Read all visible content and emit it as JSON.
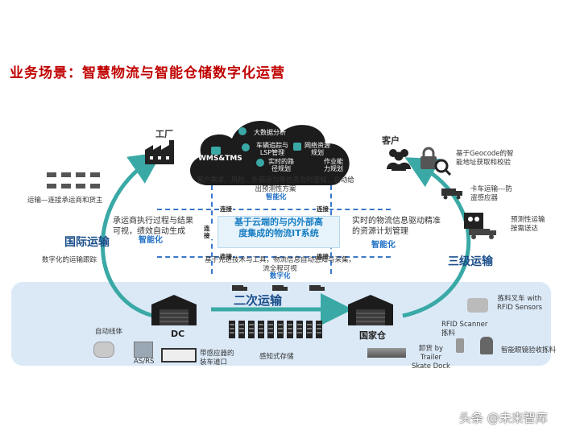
{
  "title": "业务场景：智慧物流与智能仓储数字化运营",
  "nodes": {
    "factory": "工厂",
    "customer": "客户",
    "dc": "DC",
    "national_warehouse": "国家仓"
  },
  "flows": {
    "international": "国际运输",
    "secondary": "二次运输",
    "tertiary": "三级运输"
  },
  "cloud": {
    "items": [
      "大数据分析",
      "车辆追踪与LSP管理",
      "网络资源规划",
      "WMS&TMS",
      "实时的路径规划",
      "作业能力规划"
    ]
  },
  "center": {
    "line1": "基于云端的与内外部高",
    "line2": "度集成的物流IT系统"
  },
  "connect_label": "连接",
  "blocks": {
    "top_desc": "客户需求、风险、外部运力等信息及时感知，自动给出预测性方案",
    "top_tag": "智能化",
    "left_desc": "承运商执行过程与结果可视，绩效自动生成",
    "left_tag": "智能化",
    "right_desc": "实时的物流信息驱动精准的资源计划管理",
    "right_tag": "智能化",
    "bottom_desc": "基于先进技术与工具，物流信息自动感知与采集，流全程可视",
    "bottom_tag": "数字化"
  },
  "left_notes": {
    "carriers": "运输—连接承运商和货主",
    "tracking": "数字化的运输跟踪"
  },
  "right_notes": {
    "geocode": "基于Geocode的智能地址获取和校验",
    "truck": "卡车运输---防盗感应器",
    "predictive": "预测性运输按需送达"
  },
  "bottom_labels": {
    "auto_line": "自动线体",
    "asrs": "AS/RS",
    "sensor_dock": "带感应器的装车道口",
    "sensing_storage": "感知式存储",
    "unload": "卸货 by Trailer Skate Dock",
    "rfid_scanner": "RFID Scanner拣料",
    "forklift": "拣料叉车 with RFID Sensors",
    "smart_glasses": "智能眼镜验收拣料"
  },
  "watermark": "头条 @未来智库"
}
